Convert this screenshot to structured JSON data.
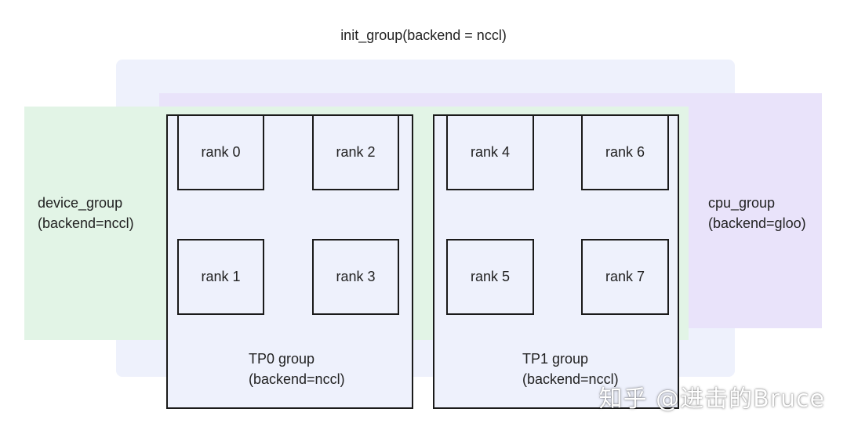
{
  "init_group": {
    "title": "init_group(backend = nccl)"
  },
  "device_group": {
    "name": "device_group",
    "backend": "(backend=nccl)"
  },
  "cpu_group": {
    "name": "cpu_group",
    "backend": "(backend=gloo)"
  },
  "tp_groups": [
    {
      "name": "TP0 group",
      "backend": "(backend=nccl)",
      "ranks": [
        "rank 0",
        "rank 2",
        "rank 1",
        "rank 3"
      ]
    },
    {
      "name": "TP1 group",
      "backend": "(backend=nccl)",
      "ranks": [
        "rank 4",
        "rank 6",
        "rank 5",
        "rank 7"
      ]
    }
  ],
  "watermark": "知乎 @进击的Bruce",
  "colors": {
    "init_region": "#eef1fc",
    "device_region": "#e2f4e6",
    "cpu_region": "#e9e3fa",
    "border": "#1a1a1a"
  }
}
